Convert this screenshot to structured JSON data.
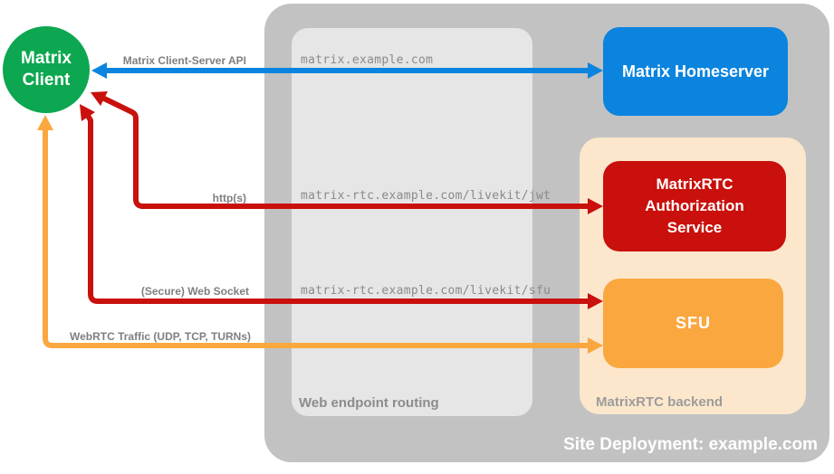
{
  "colors": {
    "green": "#0CA750",
    "blue": "#0A84DE",
    "red": "#C9100C",
    "orange": "#FBA73F",
    "peach": "#FCE7CC",
    "container_gray": "#C2C2C2",
    "panel_gray": "#E6E6E6",
    "label_gray": "#7F7F7F"
  },
  "nodes": {
    "client": {
      "label": "Matrix Client"
    },
    "homeserver": {
      "label": "Matrix Homeserver"
    },
    "auth_service": {
      "label": "MatrixRTC Authorization Service"
    },
    "sfu": {
      "label": "SFU"
    }
  },
  "containers": {
    "site": {
      "label": "Site Deployment: example.com"
    },
    "routing": {
      "label": "Web endpoint routing"
    },
    "backend": {
      "label": "MatrixRTC backend"
    }
  },
  "arrows": [
    {
      "name": "matrix-client-server-api",
      "label": "Matrix Client-Server API",
      "endpoint": "matrix.example.com",
      "color": "#0A84DE",
      "from": "Matrix Client",
      "to": "Matrix Homeserver",
      "bidirectional": true
    },
    {
      "name": "https-jwt",
      "label": "http(s)",
      "endpoint": "matrix-rtc.example.com/livekit/jwt",
      "color": "#C9100C",
      "from": "Matrix Client",
      "to": "MatrixRTC Authorization Service",
      "bidirectional": true
    },
    {
      "name": "secure-web-socket",
      "label": "(Secure) Web Socket",
      "endpoint": "matrix-rtc.example.com/livekit/sfu",
      "color": "#C9100C",
      "from": "Matrix Client",
      "to": "SFU",
      "bidirectional": true
    },
    {
      "name": "webrtc-traffic",
      "label": "WebRTC Traffic (UDP, TCP, TURNs)",
      "color": "#FBA73F",
      "from": "Matrix Client",
      "to": "SFU",
      "bidirectional": true
    }
  ]
}
